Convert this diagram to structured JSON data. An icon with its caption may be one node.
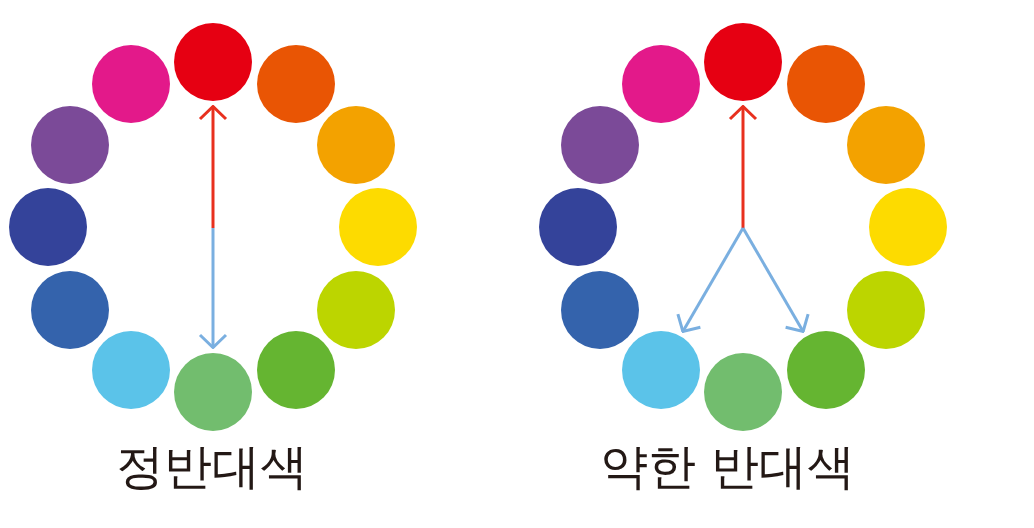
{
  "diagram": {
    "nodes": [
      {
        "text": [],
        "shape": "circle"
      },
      {
        "text": [],
        "shape": "circle"
      },
      {
        "text": [],
        "shape": "circle"
      },
      {
        "text": [],
        "shape": "circle"
      },
      {
        "text": [],
        "shape": "circle"
      },
      {
        "text": [],
        "shape": "circle"
      },
      {
        "text": [],
        "shape": "circle"
      },
      {
        "text": [],
        "shape": "circle"
      },
      {
        "text": [],
        "shape": "circle"
      },
      {
        "text": [],
        "shape": "circle"
      },
      {
        "text": [],
        "shape": "circle"
      },
      {
        "text": [],
        "shape": "circle"
      },
      {
        "text": [],
        "shape": "circle"
      },
      {
        "text": [],
        "shape": "circle"
      },
      {
        "text": [],
        "shape": "circle"
      },
      {
        "text": [],
        "shape": "circle"
      },
      {
        "text": [],
        "shape": "circle"
      },
      {
        "text": [],
        "shape": "circle"
      },
      {
        "text": [],
        "shape": "circle"
      },
      {
        "text": [],
        "shape": "circle"
      },
      {
        "text": [],
        "shape": "circle"
      },
      {
        "text": [],
        "shape": "circle"
      },
      {
        "text": [],
        "shape": "circle"
      },
      {
        "text": [],
        "shape": "circle"
      }
    ],
    "edges": [
      {
        "from": null,
        "to": 0,
        "arrow": "to",
        "color": "#e8301e"
      },
      {
        "from": null,
        "to": 6,
        "arrow": "to"
      },
      {
        "from": null,
        "to": 12,
        "arrow": "to",
        "color": "#e8301e"
      },
      {
        "from": null,
        "to": 19,
        "arrow": "to"
      },
      {
        "from": null,
        "to": 17,
        "arrow": "to"
      }
    ],
    "labels": [
      "정반대색",
      "약한 반대색"
    ]
  }
}
